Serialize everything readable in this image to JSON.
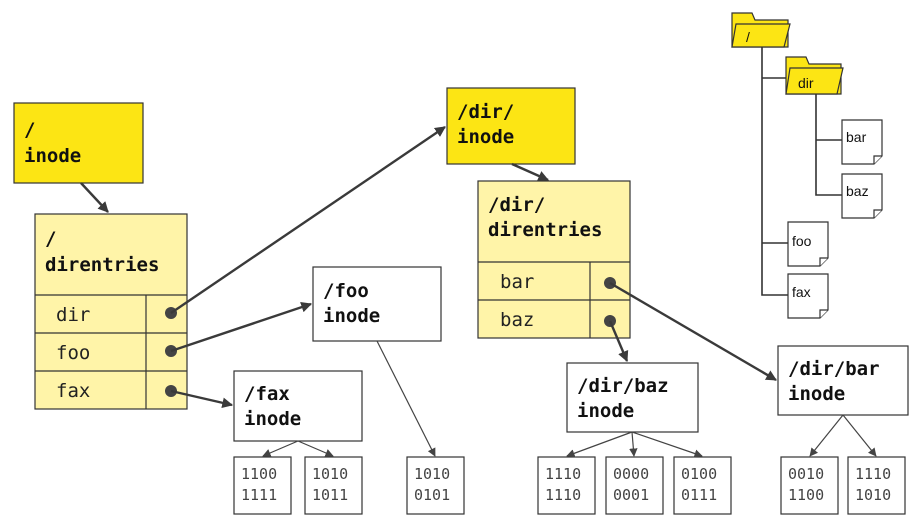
{
  "root_inode": {
    "line1": "/",
    "line2": "inode"
  },
  "root_direntries": {
    "line1": "/",
    "line2": "direntries",
    "entries": [
      "dir",
      "foo",
      "fax"
    ]
  },
  "dir_inode": {
    "line1": "/dir/",
    "line2": "inode"
  },
  "dir_direntries": {
    "line1": "/dir/",
    "line2": "direntries",
    "entries": [
      "bar",
      "baz"
    ]
  },
  "foo_inode": {
    "line1": "/foo",
    "line2": "inode"
  },
  "fax_inode": {
    "line1": "/fax",
    "line2": "inode"
  },
  "baz_inode": {
    "line1": "/dir/baz",
    "line2": "inode"
  },
  "bar_inode": {
    "line1": "/dir/bar",
    "line2": "inode"
  },
  "data_blocks": {
    "fax": [
      [
        "1100",
        "1111"
      ],
      [
        "1010",
        "1011"
      ]
    ],
    "foo": [
      [
        "1010",
        "0101"
      ]
    ],
    "baz": [
      [
        "1110",
        "1110"
      ],
      [
        "0000",
        "0001"
      ],
      [
        "0100",
        "0111"
      ]
    ],
    "bar": [
      [
        "0010",
        "1100"
      ],
      [
        "1110",
        "1010"
      ]
    ]
  },
  "tree": {
    "root": "/",
    "dir": "dir",
    "bar": "bar",
    "baz": "baz",
    "foo": "foo",
    "fax": "fax"
  },
  "colors": {
    "inode_fill": "#fce514",
    "direntries_fill": "#fff4a8",
    "plain_fill": "#ffffff"
  }
}
